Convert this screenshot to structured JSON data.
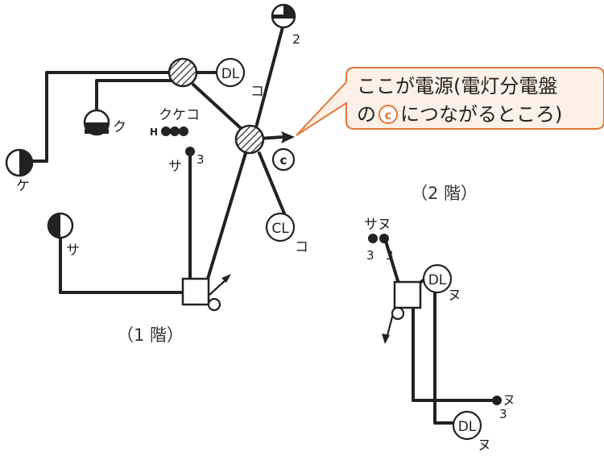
{
  "callout": {
    "line1": "ここが電源(電灯分電盤",
    "line2_prefix": "の",
    "line2_symbol": "c",
    "line2_suffix": "につながるところ)",
    "border_color": "#e2763b",
    "fill_color": "#fdf0e6",
    "symbol_color": "#e2763b"
  },
  "floor_labels": {
    "first": "（1 階）",
    "second": "（2 階）"
  },
  "first_floor": {
    "light_upper_right": "2",
    "dl_symbol": "DL",
    "dl_label": "コ",
    "light_ku_label": "ク",
    "light_ke_label": "ケ",
    "switch_group_top": "クケコ",
    "switch_group_h": "H",
    "switch_sa_label": "サ",
    "switch_sa_num": "3",
    "source_symbol": "c",
    "cl_symbol": "CL",
    "cl_label": "コ",
    "light_sa_label": "サ"
  },
  "second_floor": {
    "switch_pair_top": "サヌ",
    "switch_pair_num1": "3",
    "switch_pair_num2": "3",
    "dl_top_symbol": "DL",
    "dl_top_label": "ヌ",
    "switch_right_label": "ヌ",
    "switch_right_num": "3",
    "dl_bottom_symbol": "DL",
    "dl_bottom_label": "ヌ"
  }
}
